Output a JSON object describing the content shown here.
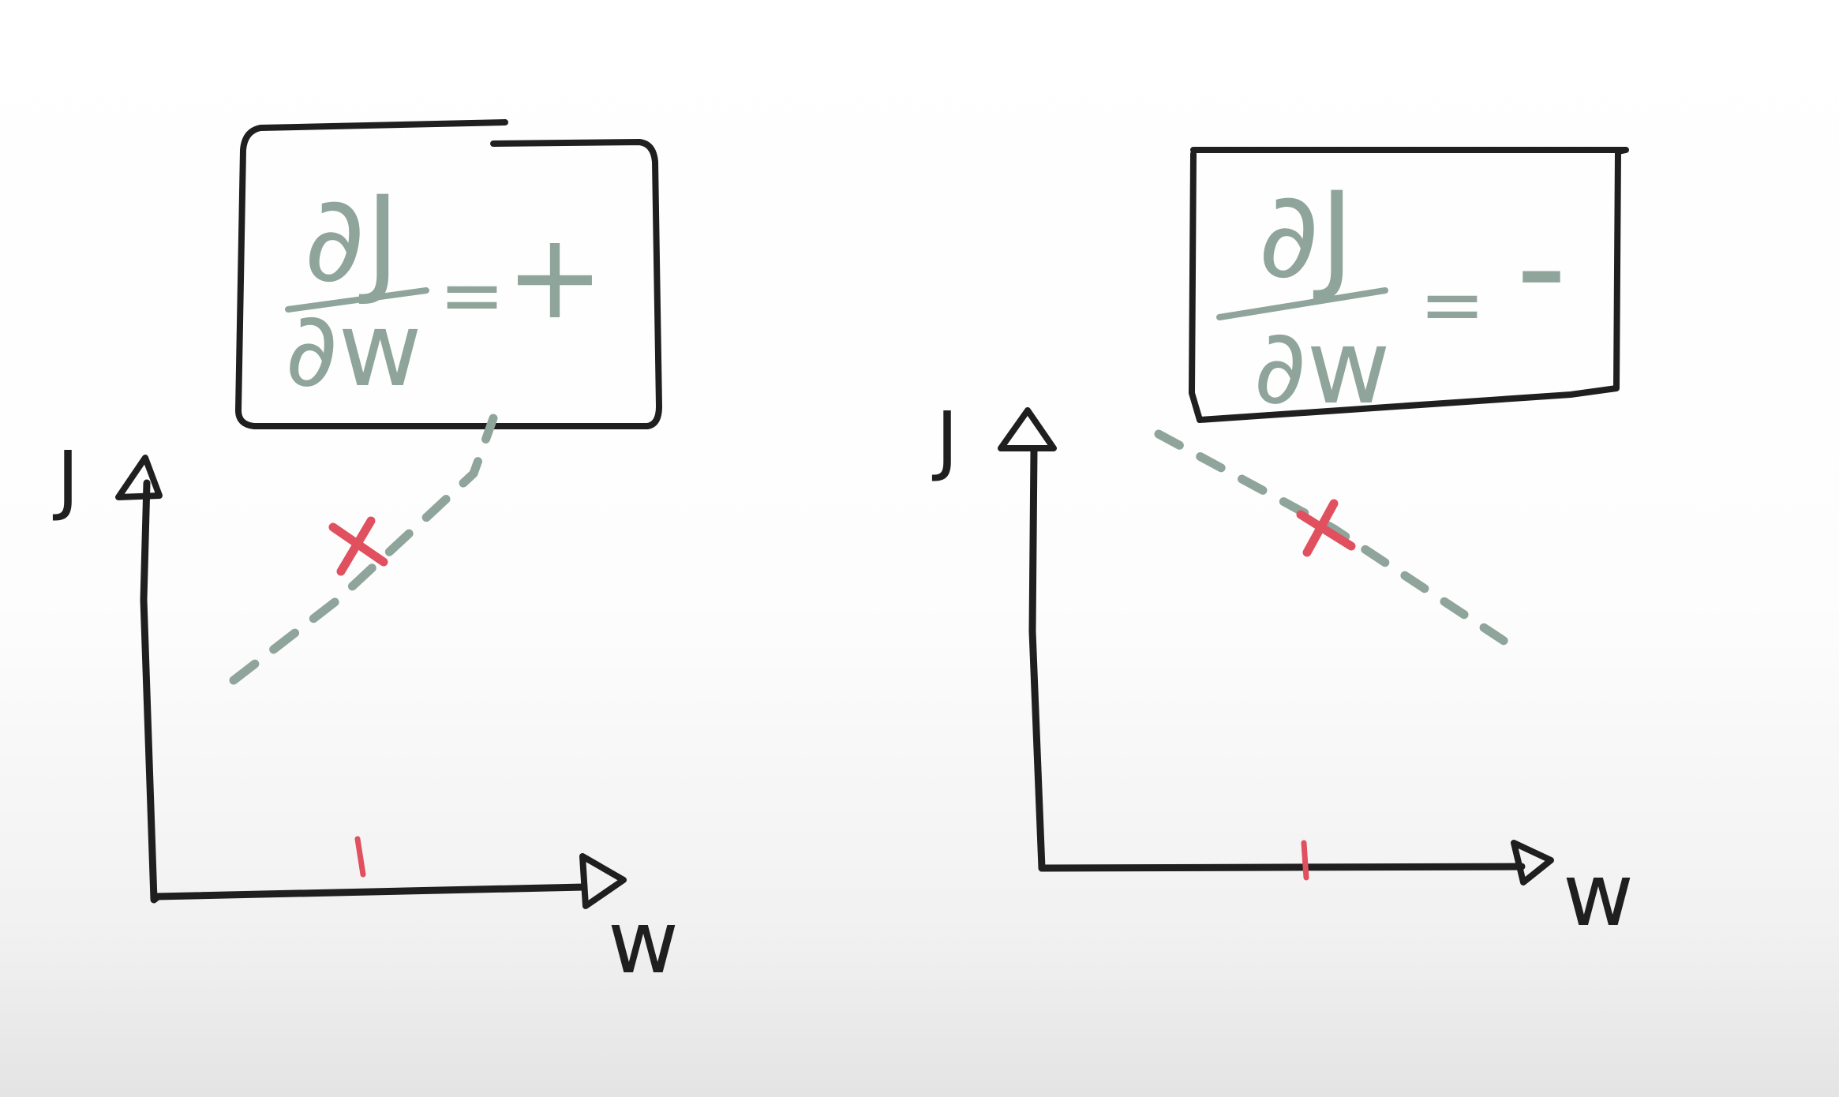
{
  "colors": {
    "ink": "#1f1f1f",
    "formula": "#8fa49b",
    "point": "#e0505e",
    "background": "#ffffff"
  },
  "panels": [
    {
      "id": "left",
      "formula": {
        "numerator": "∂J",
        "denominator": "∂w",
        "equals": "=",
        "sign": "+"
      },
      "axes": {
        "y_label": "J",
        "x_label": "w"
      },
      "slope_sign": "positive"
    },
    {
      "id": "right",
      "formula": {
        "numerator": "∂J",
        "denominator": "∂w",
        "equals": "=",
        "sign": "-"
      },
      "axes": {
        "y_label": "J",
        "x_label": "w"
      },
      "slope_sign": "negative"
    }
  ]
}
